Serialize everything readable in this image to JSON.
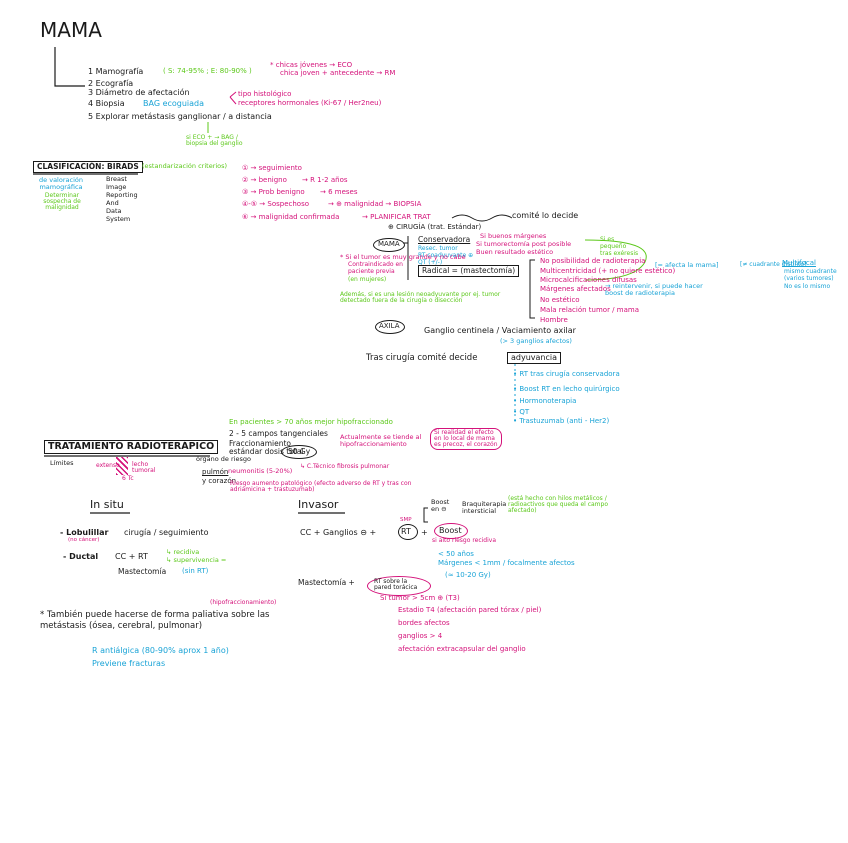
{
  "title": "MAMA",
  "colors": {
    "black": "#1a1a1a",
    "magenta": "#d4127a",
    "blue": "#19a3d6",
    "green": "#5cc81a"
  },
  "diagnosis": {
    "items": [
      "1 Mamografía",
      "2 Ecografía",
      "3 Diámetro de afectación",
      "4 Biopsia",
      "5 Explorar metástasis ganglionar / a distancia"
    ],
    "mamo_stats": "( S: 74-95% ; E: 80-90% )",
    "young_note_1": "* chicas jóvenes → ECO",
    "young_note_2": "chica joven + antecedente → RM",
    "bag": "BAG ecoguiada",
    "ihq_1": "tipo histológico",
    "ihq_2": "receptores hormonales (Ki-67 / Her2neu)",
    "ganglion_note": "si ECO + → BAG / biopsia del ganglio"
  },
  "birads": {
    "label": "CLASIFICACIÓN: BIRADS",
    "note_magenta": "(estandarización criterios)",
    "left_1": "de valoración mamográfica",
    "left_2": "Determinar sospecha de malignidad",
    "acronym": [
      "Breast",
      "Image",
      "Reporting",
      "And",
      "Data",
      "System"
    ],
    "rows": [
      "① → seguimiento",
      "② → benigno",
      "③ → Prob benigno",
      "④-⑤ → Sospechoso",
      "⑥ → malignidad confirmada"
    ],
    "r2_extra": "→ R 1-2 años",
    "r3_extra": "→ 6 meses",
    "r45_extra": "→ ⊕ malignidad → BIOPSIA",
    "r6_extra": "→ PLANIFICAR TRAT",
    "committee": "comité lo decide",
    "surgery": "⊕ CIRUGÍA (trat. Estándar)"
  },
  "surgery": {
    "mama": "MAMA",
    "conservative": "Conservadora",
    "cons_sub": [
      "Resec. tumor",
      "RT coadyuvante ⊕",
      "QT (+/-)"
    ],
    "cons_right_1": "Si buenos márgenes",
    "cons_right_2": "Si tumorectomía post posible",
    "cons_right_3": "Buen resultado estético",
    "circle_note": [
      "Si es",
      "pequeño",
      "tras exéresis"
    ],
    "radical": "Radical = (mastectomía)",
    "magenta_left": [
      "* Si el tumor es muy grande y no cabe",
      "Contraindicado en",
      "paciente previa",
      "(en mujeres)"
    ],
    "green_left": "Además, si es una lesión neoadyuvante por ej. tumor detectado fuera de la cirugía o disección",
    "radical_list": [
      "No posibilidad de radioterapia",
      "Multicentricidad (+ no quiere estético)",
      "Microcalcificaciones difusas",
      "Márgenes afectados",
      "No estético",
      "Mala relación tumor / mama",
      "Hombre"
    ],
    "margins_note": "→ reintervenir, si puede hacer boost de radioterapia",
    "multifocal_1": "[= afecta la mama]",
    "multifocal_2": "[≠ cuadrante distinto]",
    "multifocal_head": "Multifocal",
    "multifocal_sub": [
      "mismo cuadrante",
      "(varios tumores)",
      "No es lo mismo"
    ],
    "axila": "AXILA",
    "axila_text": "Ganglio centinela / Vaciamiento axilar",
    "axila_sub": "(> 3 ganglios afectos)",
    "after": "Tras cirugía comité decide",
    "adjuvant": "adyuvancia",
    "adj_list": [
      "• RT tras cirugía conservadora",
      "• Boost RT en lecho quirúrgico",
      "• Hormonoterapia",
      "• QT",
      "• Trastuzumab (anti - Her2)"
    ]
  },
  "radiotherapy": {
    "title": "TRATAMIENTO RADIOTERÁPICO",
    "green_top": "En pacientes > 70 años mejor hipofraccionado",
    "lines": [
      "2 - 5 campos tangenciales",
      "Fraccionamiento estándar dosis total",
      "50 Gy"
    ],
    "limits": "Límites",
    "side_1": "extenso",
    "side_2": "6 Tc",
    "side_3": "lecho tumoral",
    "organs": [
      "órgano de riesgo",
      "pulmón",
      "y corazón"
    ],
    "pneumonitis": "neumonitis (5-20%)",
    "p_note": "↳ C.Técnico fibrosis pulmonar",
    "heart_note": "Riesgo aumento patológico (efecto adverso de RT y tras con adriamicina + trastuzumab)",
    "magenta_right": "Actualmente se tiende al hipofraccionamiento",
    "box_right": "Si realidad el efecto en lo local de mama es precoz, el corazón"
  },
  "insitu": {
    "heading": "In situ",
    "lobulillar": "- Lobulillar",
    "lob_sub": "(no cáncer)",
    "lob_text": "cirugía / seguimiento",
    "ductal": "- Ductal",
    "ductal_text": "CC + RT",
    "ductal_green": [
      "↳ recidiva",
      "↳ supervivencia ="
    ],
    "mastectomy": "Mastectomía",
    "mast_note": "(sin RT)"
  },
  "invasive": {
    "heading": "Invasor",
    "line": "CC + Ganglios ⊖ +",
    "rt": "RT",
    "boost": "Boost",
    "boost_top": "SMP",
    "boost_sub": "si alto riesgo recidiva",
    "braq_left": "Boost en ⊖",
    "braq_right": "Braquiterapia intersticial",
    "braq_note": "(está hecho con hilos metálicos / radioactivos que queda el campo afectado)",
    "blue_lines": [
      "< 50 años",
      "Márgenes < 1mm / focalmente afectos",
      "(≈ 10-20 Gy)"
    ],
    "mastectomy": "Mastectomía +",
    "rt_wall": "RT sobre la pared torácica",
    "conditions_head": "Si tumor > 5cm ⊕ (T3)",
    "conditions": [
      "Estadio T4 (afectación pared tórax / piel)",
      "bordes afectos",
      "ganglios > 4",
      "afectación extracapsular del ganglio"
    ]
  },
  "footer": {
    "note": "* También puede hacerse de forma paliativa sobre las metástasis (ósea, cerebral, pulmonar)",
    "note_top": "(hipofraccionamiento)",
    "blue_1": "R antiálgica (80-90% aprox 1 año)",
    "blue_2": "Previene fracturas"
  }
}
